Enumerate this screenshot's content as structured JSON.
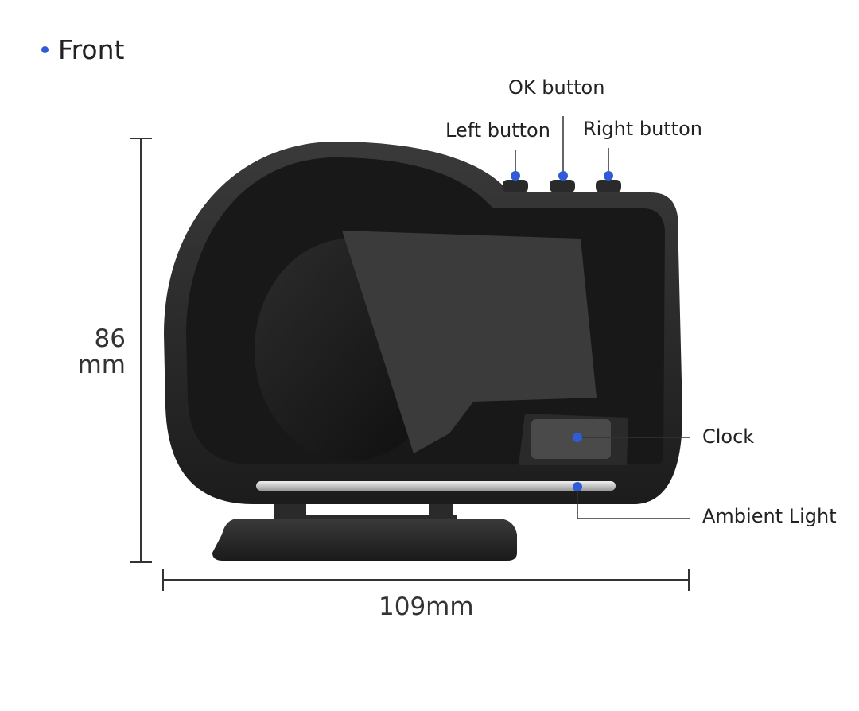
{
  "heading": "Front",
  "callouts": {
    "ok_button": "OK button",
    "left_button": "Left button",
    "right_button": "Right button",
    "clock": "Clock",
    "ambient_light": "Ambient Light"
  },
  "dimensions": {
    "height_value": "86",
    "height_unit": "mm",
    "width": "109mm"
  },
  "colors": {
    "marker_dot": "#2f5bd6",
    "device_body": "#2a2a2a",
    "screen": "#141414"
  }
}
